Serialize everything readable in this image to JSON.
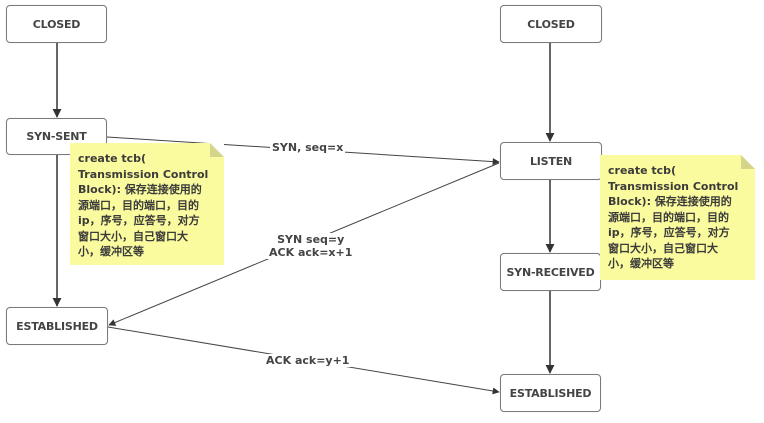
{
  "client": {
    "states": {
      "closed": "CLOSED",
      "syn_sent": "SYN-SENT",
      "established": "ESTABLISHED"
    },
    "note": {
      "line1": "create tcb(",
      "line2": "Transmission Control",
      "line3": "Block): 保存连接使用的",
      "line4": "源端口，目的端口，目的",
      "line5": "ip，序号，应答号，对方",
      "line6": "窗口大小，自己窗口大",
      "line7": "小，缓冲区等"
    }
  },
  "server": {
    "states": {
      "closed": "CLOSED",
      "listen": "LISTEN",
      "syn_received": "SYN-RECEIVED",
      "established": "ESTABLISHED"
    },
    "note": {
      "line1": "create tcb(",
      "line2": "Transmission Control",
      "line3": "Block): 保存连接使用的",
      "line4": "源端口，目的端口，目的",
      "line5": "ip，序号，应答号，对方",
      "line6": "窗口大小，自己窗口大",
      "line7": "小，缓冲区等"
    }
  },
  "messages": {
    "syn": "SYN, seq=x",
    "syn_ack_line1": "SYN seq=y",
    "syn_ack_line2": "ACK ack=x+1",
    "ack": "ACK ack=y+1"
  },
  "colors": {
    "note_fill": "#fafa9e",
    "box_border": "#7a7a7a",
    "arrow": "#444444"
  }
}
